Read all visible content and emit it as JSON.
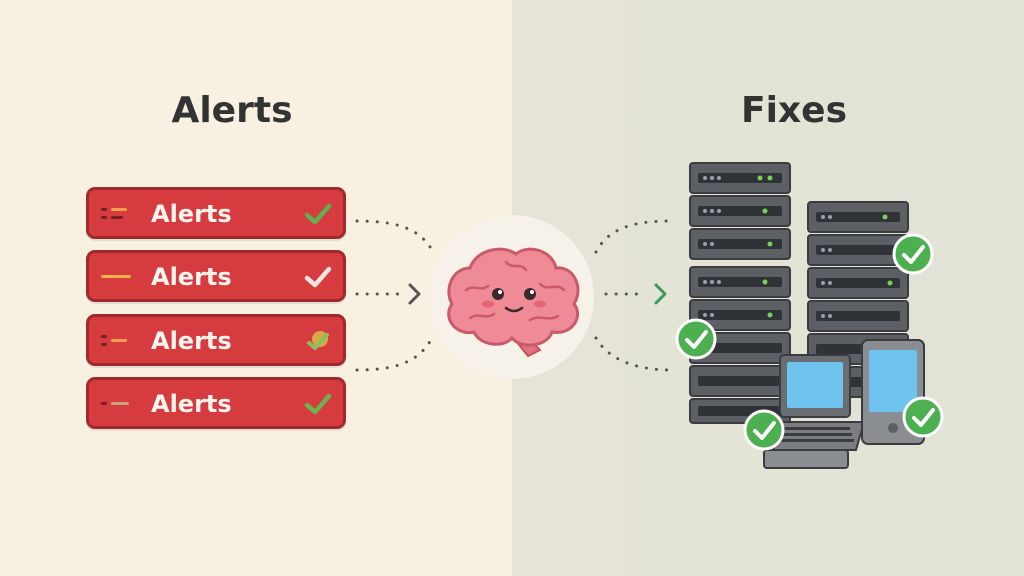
{
  "left": {
    "title": "Alerts"
  },
  "right": {
    "title": "Fixes"
  },
  "alerts": [
    {
      "label": "Alerts"
    },
    {
      "label": "Alerts"
    },
    {
      "label": "Alerts"
    },
    {
      "label": "Alerts"
    }
  ],
  "colors": {
    "alert_red": "#d63b40",
    "check_green": "#4caf50",
    "brain_pink": "#ef8a97",
    "server_gray": "#5c5f63"
  },
  "icons": [
    "alert-lines-icon",
    "checkmark-icon",
    "brain-icon",
    "arrow-right-icon",
    "server-rack-icon",
    "laptop-icon",
    "tablet-icon"
  ]
}
